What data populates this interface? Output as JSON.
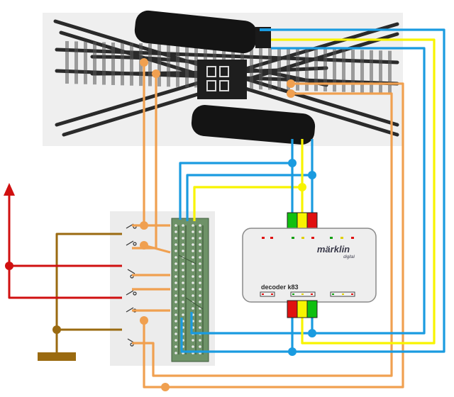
{
  "decoder": {
    "brand": "märklin",
    "brand_sub": "digital",
    "model": "decoder k83"
  },
  "colors": {
    "blue_wire": "#1a9be0",
    "yellow_wire": "#f8f400",
    "orange_wire": "#f0a050",
    "red_wire": "#d01010",
    "brown_wire": "#9a6a10",
    "decoder_body": "#eeeeee",
    "track_panel": "#efefef",
    "switch_panel": "#ececec",
    "pcb_green": "#6e9268",
    "drive_black": "#141414",
    "terminal_green": "#10c010",
    "terminal_yellow": "#f8f400",
    "terminal_red": "#e01010"
  }
}
